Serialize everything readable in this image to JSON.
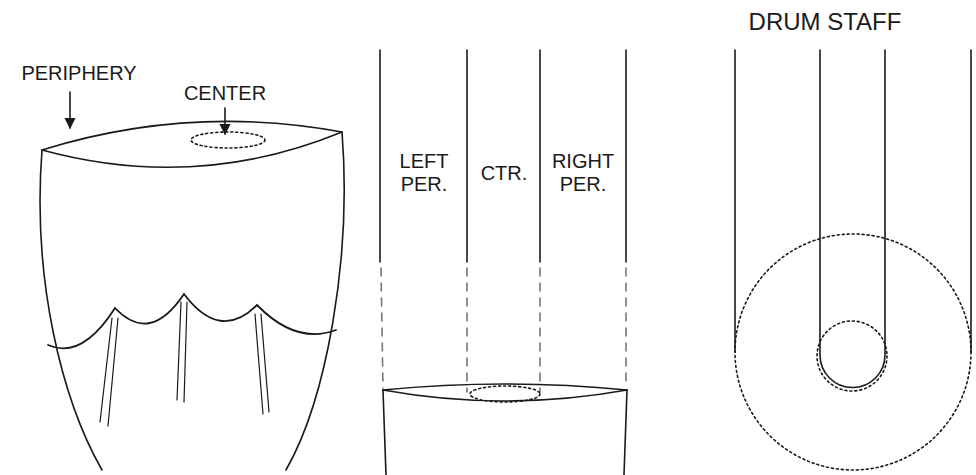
{
  "diagram": {
    "labels": [
      "PERIPHERY",
      "CENTER",
      "LEFT PER.",
      "CTR.",
      "RIGHT PER.",
      "DRUM STAFF"
    ]
  }
}
